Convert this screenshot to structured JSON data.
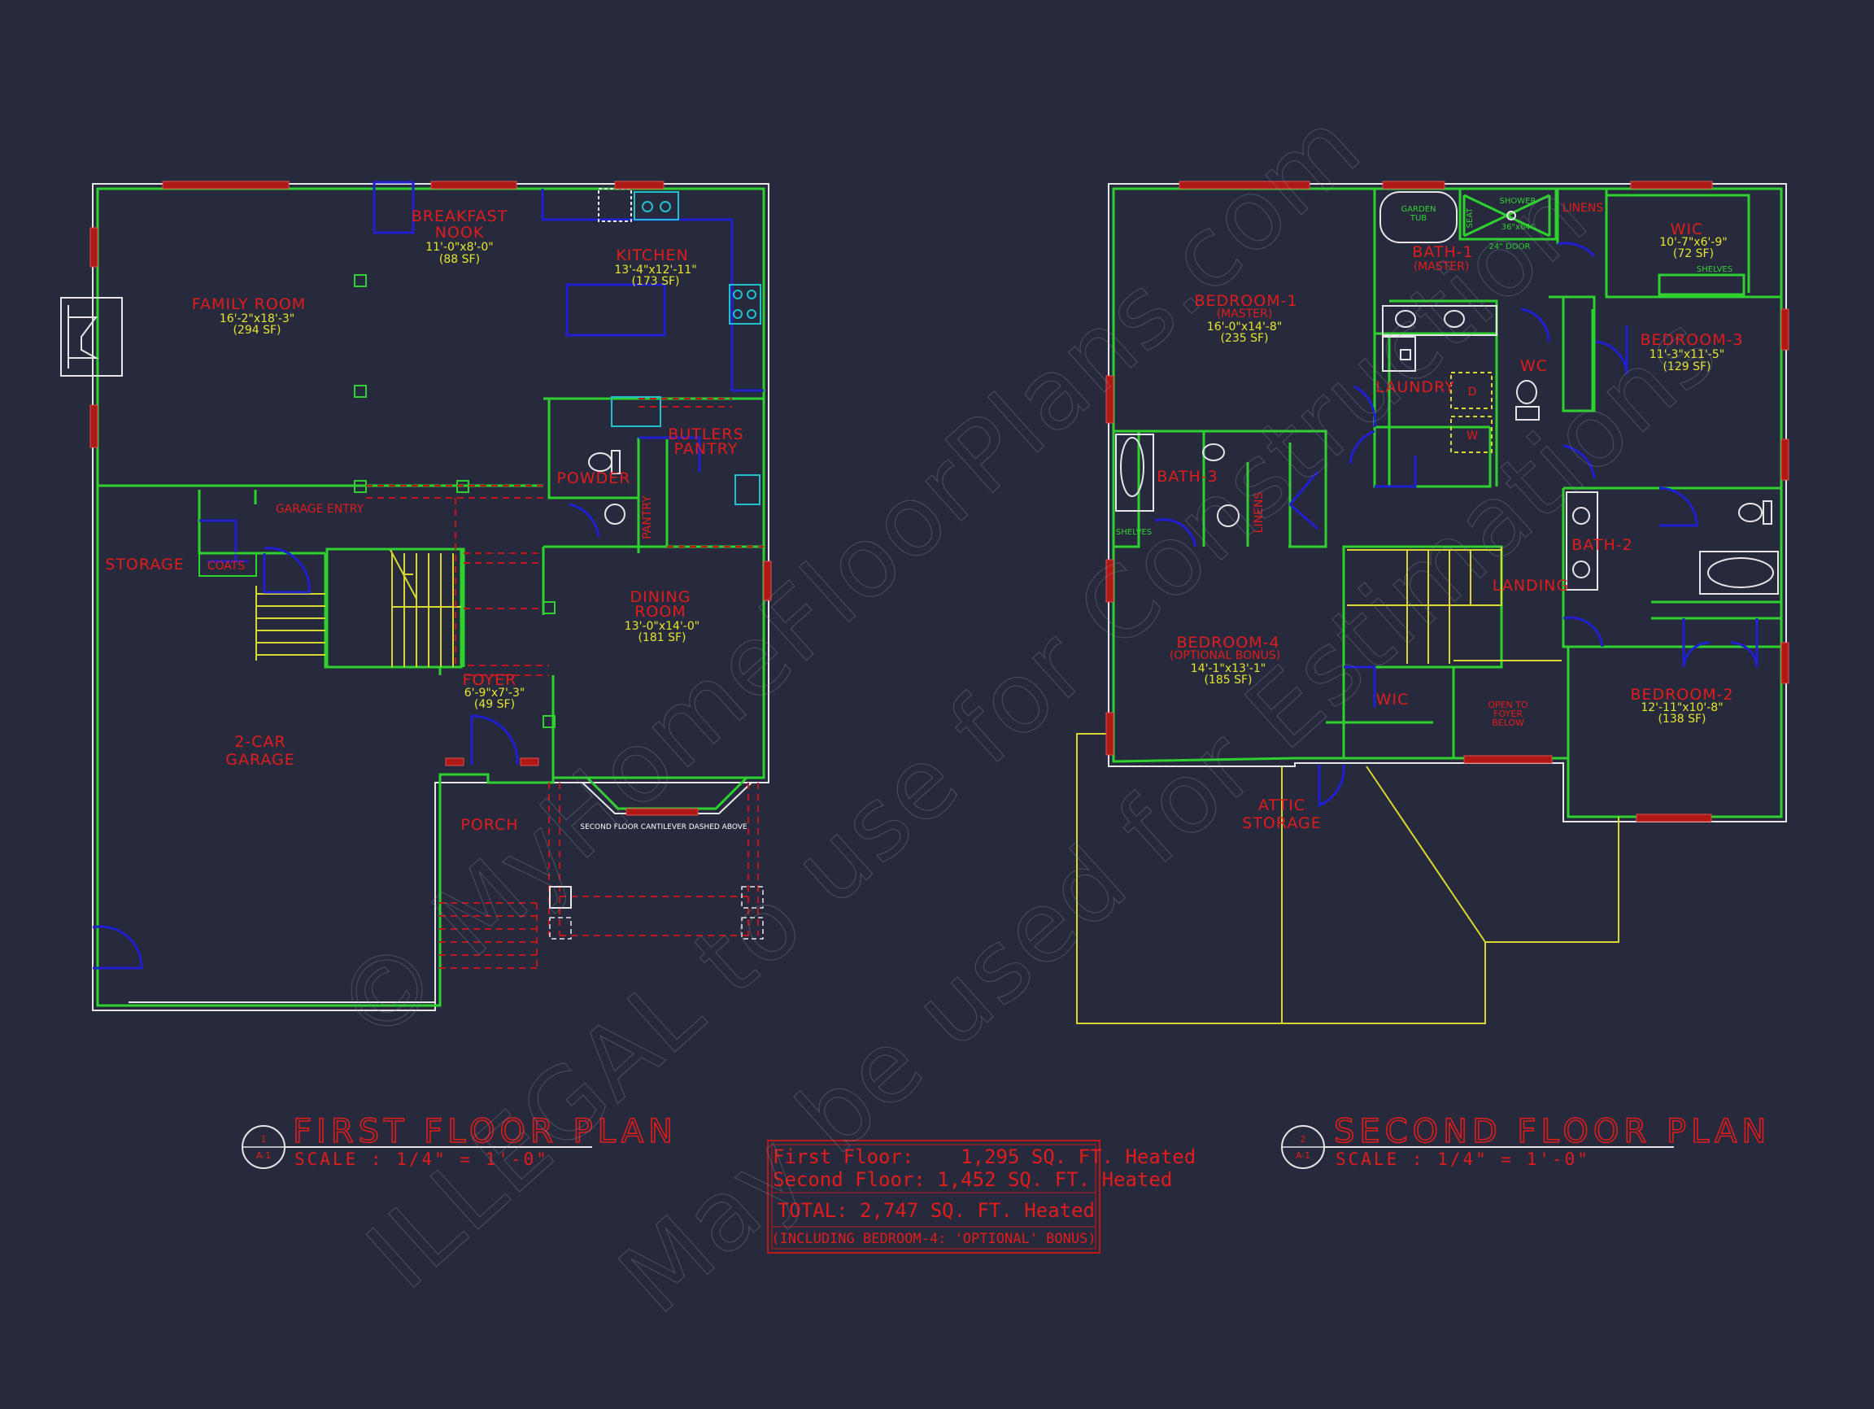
{
  "watermark": {
    "line1": "© MyHomeFloorPlans.com",
    "line2": "ILLEGAL to use for Construction",
    "line3": "May be used for Estimations"
  },
  "first_floor": {
    "title": "FIRST FLOOR PLAN",
    "scale": "SCALE : 1/4\" = 1'-0\"",
    "marker_number": "1",
    "marker_sheet": "A-1",
    "rooms": {
      "breakfast": {
        "name1": "BREAKFAST",
        "name2": "NOOK",
        "dim": "11'-0\"x8'-0\"",
        "area": "(88 SF)"
      },
      "kitchen": {
        "name": "KITCHEN",
        "dim": "13'-4\"x12'-11\"",
        "area": "(173 SF)"
      },
      "family": {
        "name": "FAMILY ROOM",
        "dim": "16'-2\"x18'-3\"",
        "area": "(294 SF)"
      },
      "butlers": {
        "name1": "BUTLERS",
        "name2": "PANTRY"
      },
      "powder": {
        "name": "POWDER"
      },
      "pantry": {
        "name": "PANTRY"
      },
      "garage_entry": {
        "name": "GARAGE ENTRY"
      },
      "storage": {
        "name": "STORAGE"
      },
      "coats": {
        "name": "COATS"
      },
      "dining": {
        "name1": "DINING",
        "name2": "ROOM",
        "dim": "13'-0\"x14'-0\"",
        "area": "(181 SF)"
      },
      "foyer": {
        "name": "FOYER",
        "dim": "6'-9\"x7'-3\"",
        "area": "(49 SF)"
      },
      "garage": {
        "name1": "2-CAR",
        "name2": "GARAGE"
      },
      "porch": {
        "name": "PORCH"
      }
    },
    "cantilever_note": "SECOND FLOOR CANTILEVER DASHED ABOVE"
  },
  "second_floor": {
    "title": "SECOND FLOOR PLAN",
    "scale": "SCALE : 1/4\" = 1'-0\"",
    "marker_number": "2",
    "marker_sheet": "A-1",
    "rooms": {
      "bedroom1": {
        "name": "BEDROOM-1",
        "sub": "(MASTER)",
        "dim": "16'-0\"x14'-8\"",
        "area": "(235 SF)"
      },
      "bath1": {
        "name": "BATH-1",
        "sub": "(MASTER)"
      },
      "garden_tub": {
        "name1": "GARDEN",
        "name2": "TUB"
      },
      "shower": {
        "name": "SHOWER",
        "dim": "36\"x64\"",
        "door": "24\" DOOR",
        "seat": "SEAT"
      },
      "linens": {
        "name": "LINENS"
      },
      "wic1": {
        "name": "WIC",
        "dim": "10'-7\"x6'-9\"",
        "area": "(72 SF)",
        "shelves": "SHELVES"
      },
      "bedroom3": {
        "name": "BEDROOM-3",
        "dim": "11'-3\"x11'-5\"",
        "area": "(129 SF)"
      },
      "wc": {
        "name": "WC"
      },
      "laundry": {
        "name": "LAUNDRY",
        "dryer": "D",
        "washer": "W"
      },
      "bath3": {
        "name": "BATH-3",
        "shelves": "SHELVES"
      },
      "linens2": {
        "name": "LINENS"
      },
      "bath2": {
        "name": "BATH-2"
      },
      "landing": {
        "name": "LANDING"
      },
      "bedroom4": {
        "name": "BEDROOM-4",
        "sub": "(OPTIONAL BONUS)",
        "dim": "14'-1\"x13'-1\"",
        "area": "(185 SF)"
      },
      "wic2": {
        "name": "WIC"
      },
      "open_foyer": {
        "line1": "OPEN TO",
        "line2": "FOYER",
        "line3": "BELOW"
      },
      "bedroom2": {
        "name": "BEDROOM-2",
        "dim": "12'-11\"x10'-8\"",
        "area": "(138 SF)"
      },
      "attic": {
        "name1": "ATTIC",
        "name2": "STORAGE"
      }
    }
  },
  "summary": {
    "first": "First Floor:    1,295 SQ. FT. Heated",
    "second": "Second Floor: 1,452 SQ. FT. Heated",
    "total": "TOTAL: 2,747 SQ. FT. Heated",
    "note": "(INCLUDING BEDROOM-4: 'OPTIONAL' BONUS)"
  }
}
